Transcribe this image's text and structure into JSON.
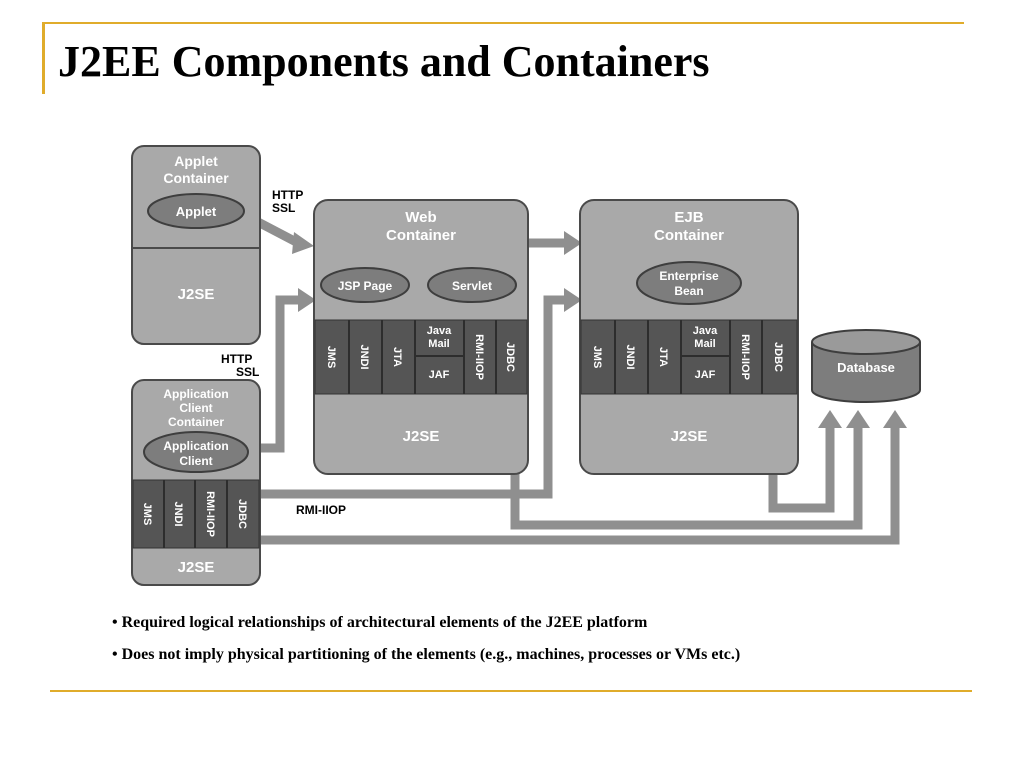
{
  "slide": {
    "title": "J2EE Components and Containers",
    "accent_color": "#e0ac2b",
    "bullets": [
      "Required logical relationships of architectural elements of the J2EE platform",
      "Does not imply physical partitioning of the elements (e.g., machines, processes or VMs etc.)"
    ]
  },
  "diagram": {
    "applet_container": {
      "title_line1": "Applet",
      "title_line2": "Container",
      "component": "Applet",
      "platform": "J2SE"
    },
    "web_container": {
      "title_line1": "Web",
      "title_line2": "Container",
      "components": [
        "JSP Page",
        "Servlet"
      ],
      "services": {
        "jms": "JMS",
        "jndi": "JNDI",
        "jta": "JTA",
        "javamail_line1": "Java",
        "javamail_line2": "Mail",
        "jaf": "JAF",
        "rmi": "RMI-IIOP",
        "jdbc": "JDBC"
      },
      "platform": "J2SE"
    },
    "ejb_container": {
      "title_line1": "EJB",
      "title_line2": "Container",
      "component_line1": "Enterprise",
      "component_line2": "Bean",
      "services": {
        "jms": "JMS",
        "jndi": "JNDI",
        "jta": "JTA",
        "javamail_line1": "Java",
        "javamail_line2": "Mail",
        "jaf": "JAF",
        "rmi": "RMI-IIOP",
        "jdbc": "JDBC"
      },
      "platform": "J2SE"
    },
    "app_client_container": {
      "title_line1": "Application",
      "title_line2": "Client",
      "title_line3": "Container",
      "component_line1": "Application",
      "component_line2": "Client",
      "services": {
        "jms": "JMS",
        "jndi": "JNDI",
        "rmi": "RMI-IIOP",
        "jdbc": "JDBC"
      },
      "platform": "J2SE"
    },
    "database": "Database",
    "labels": {
      "http1_line1": "HTTP",
      "http1_line2": "SSL",
      "http2_line1": "HTTP",
      "http2_line2": "SSL",
      "rmi_iiop": "RMI-IIOP"
    }
  }
}
